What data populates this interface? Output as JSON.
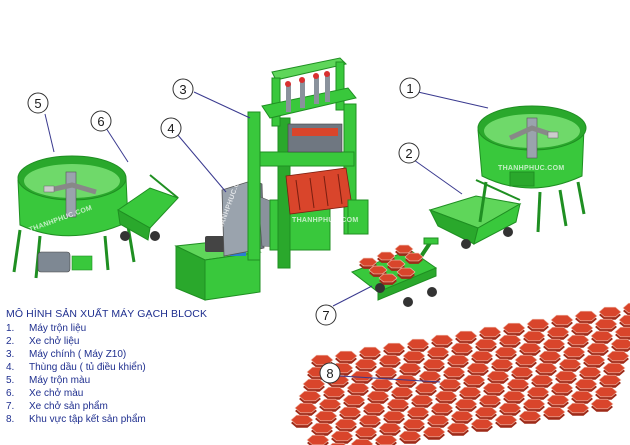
{
  "diagram": {
    "title": "MÔ HÌNH SẢN XUẤT MÁY GẠCH BLOCK",
    "items": [
      {
        "num": "1.",
        "label": "Máy trộn liệu"
      },
      {
        "num": "2.",
        "label": "Xe chở liệu"
      },
      {
        "num": "3.",
        "label": "Máy chính ( Máy Z10)"
      },
      {
        "num": "4.",
        "label": "Thùng dầu ( tủ điều khiển)"
      },
      {
        "num": "5.",
        "label": "Máy trộn màu"
      },
      {
        "num": "6.",
        "label": "Xe chở màu"
      },
      {
        "num": "7.",
        "label": "Xe chở sản phẩm"
      },
      {
        "num": "8.",
        "label": "Khu vực tập kết sản phẩm"
      }
    ],
    "callouts": [
      "1",
      "2",
      "3",
      "4",
      "5",
      "6",
      "7",
      "8"
    ],
    "watermark": "THANHPHUC.COM"
  },
  "colors": {
    "machine_green": "#39c83c",
    "machine_dark": "#1f8f22",
    "brick_red": "#d9452b",
    "frame_grey": "#9aa3ad",
    "legend_blue": "#1f2f8f"
  }
}
